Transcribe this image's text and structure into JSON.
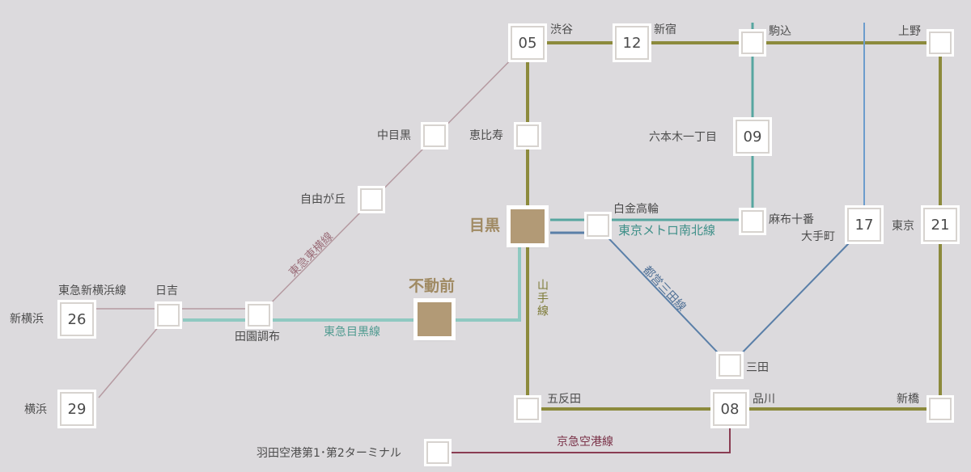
{
  "colors": {
    "yamanote": "#8c8a3c",
    "namboku": "#57a6a0",
    "mita": "#5a7fa8",
    "meguro_line": "#8fc9c1",
    "toyoko": "#b59aa1",
    "keikyu": "#8a3c52",
    "hanzomon": "#6c9ccc"
  },
  "stations": {
    "shibuya": {
      "name": "渋谷",
      "code": "05"
    },
    "shinjuku": {
      "name": "新宿",
      "code": "12"
    },
    "komagome": {
      "name": "駒込"
    },
    "ueno": {
      "name": "上野"
    },
    "roppongi": {
      "name": "六本木一丁目",
      "code": "09"
    },
    "ebisu": {
      "name": "恵比寿"
    },
    "nakameguro": {
      "name": "中目黒"
    },
    "jiyugaoka": {
      "name": "自由が丘"
    },
    "meguro": {
      "name": "目黒"
    },
    "shirokane": {
      "name": "白金高輪"
    },
    "azabu": {
      "name": "麻布十番"
    },
    "otemachi": {
      "name": "大手町",
      "code": "17"
    },
    "tokyo": {
      "name": "東京",
      "code": "21"
    },
    "hiyoshi": {
      "name": "日吉"
    },
    "denen": {
      "name": "田園調布"
    },
    "fudomae": {
      "name": "不動前"
    },
    "shinyokohama": {
      "name": "新横浜",
      "code": "26"
    },
    "yokohama": {
      "name": "横浜",
      "code": "29"
    },
    "mita": {
      "name": "三田"
    },
    "gotanda": {
      "name": "五反田"
    },
    "shinagawa": {
      "name": "品川",
      "code": "08"
    },
    "shimbashi": {
      "name": "新橋"
    },
    "haneda": {
      "name": "羽田空港第1･第2ターミナル"
    }
  },
  "lines": {
    "toyoko": "東急東横線",
    "shinyokohama_line": "東急新横浜線",
    "meguro_line": "東急目黒線",
    "namboku": "東京メトロ南北線",
    "mita": "都営三田線",
    "yamanote": "山手線",
    "keikyu": "京急空港線"
  }
}
